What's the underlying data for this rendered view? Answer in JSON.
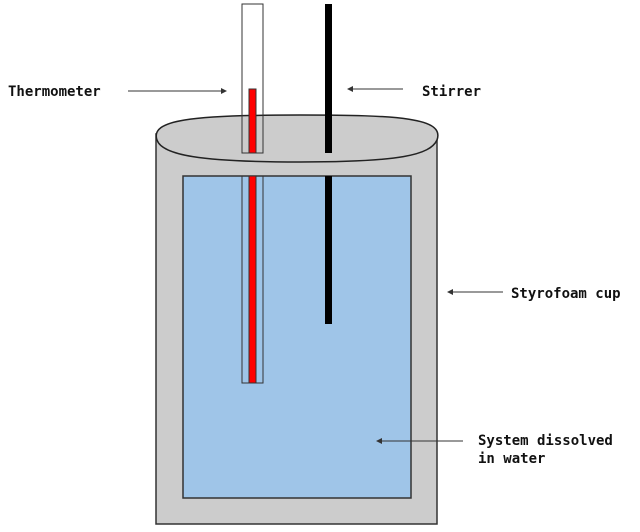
{
  "diagram": {
    "title": "Coffee-cup calorimeter",
    "labels": {
      "thermometer": "Thermometer",
      "stirrer": "Stirrer",
      "cup": "Styrofoam cup",
      "system_line1": "System dissolved",
      "system_line2": "in water"
    },
    "colors": {
      "cup": "#cccccc",
      "water": "#9fc5e8",
      "mercury": "#ff0000",
      "stirrer": "#000000",
      "outline": "#333333"
    }
  }
}
